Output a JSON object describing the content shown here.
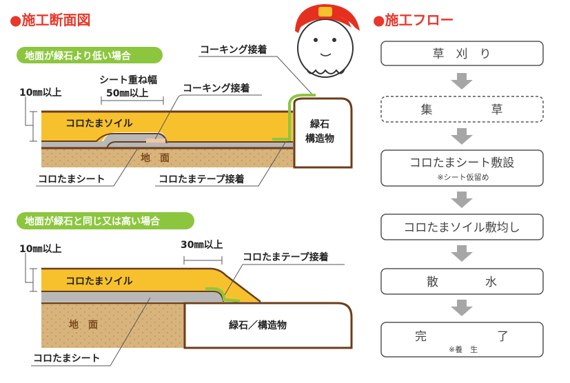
{
  "section_cross": {
    "title": "●施工断面図"
  },
  "section_flow": {
    "title": "●施工フロー"
  },
  "colors": {
    "accent_red": "#e8382c",
    "green": "#8cc63f",
    "soil": "#f7c12e",
    "brown": "#6b3d1a",
    "sheet": "#b8b8b8",
    "ground": "#d8b47c"
  },
  "diagram1": {
    "case_label": "地面が緑石より低い場合",
    "thickness": "10㎜以上",
    "overlap_title": "シート重ね幅",
    "overlap_value": "50㎜以上",
    "caulk_inner": "コーキング接着",
    "caulk_top": "コーキング接着",
    "soil": "コロたまソイル",
    "ground": "地　面",
    "sheet": "コロたまシート",
    "tape": "コロたまテープ接着",
    "curb_line1": "緑石",
    "curb_line2": "構造物"
  },
  "diagram2": {
    "case_label": "地面が緑石と同じ又は高い場合",
    "thickness": "10㎜以上",
    "overlap_value": "30㎜以上",
    "tape": "コロたまテープ接着",
    "soil": "コロたまソイル",
    "ground": "地　面",
    "curb": "緑石／構造物",
    "sheet": "コロたまシート"
  },
  "flow": [
    {
      "label": "草　刈　り",
      "dashed": false
    },
    {
      "label": "集　　　　　草",
      "dashed": true
    },
    {
      "label": "コロたまシート敷設",
      "note": "※シート仮留め",
      "dashed": false
    },
    {
      "label": "コロたまソイル敷均し",
      "dashed": false
    },
    {
      "label": "散　　　　水",
      "dashed": false
    },
    {
      "label": "完　　　　　　了",
      "note": "※養　生",
      "dashed": false
    }
  ]
}
